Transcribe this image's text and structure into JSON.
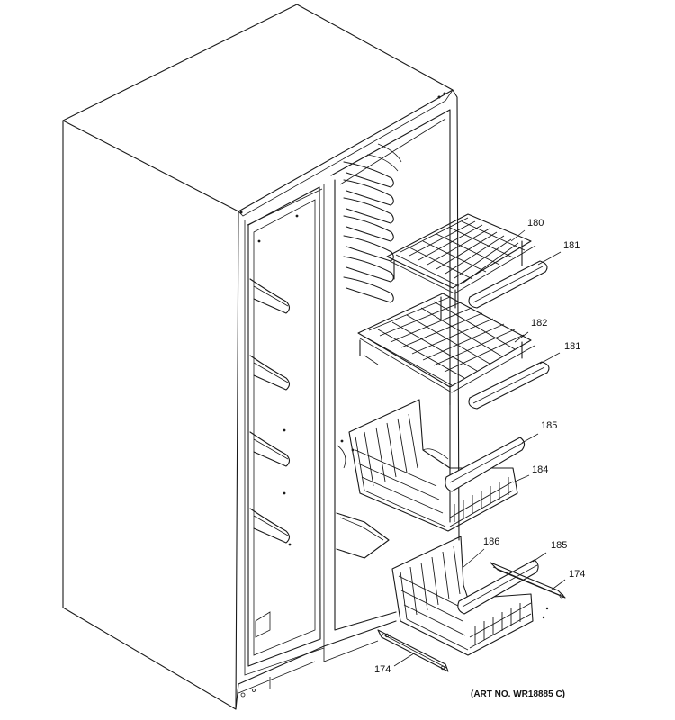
{
  "callouts": [
    {
      "id": "c180",
      "text": "180"
    },
    {
      "id": "c181a",
      "text": "181"
    },
    {
      "id": "c182",
      "text": "182"
    },
    {
      "id": "c181b",
      "text": "181"
    },
    {
      "id": "c185a",
      "text": "185"
    },
    {
      "id": "c184",
      "text": "184"
    },
    {
      "id": "c186",
      "text": "186"
    },
    {
      "id": "c185b",
      "text": "185"
    },
    {
      "id": "c174a",
      "text": "174"
    },
    {
      "id": "c174b",
      "text": "174"
    }
  ],
  "art_number": "(ART NO. WR18885 C)"
}
